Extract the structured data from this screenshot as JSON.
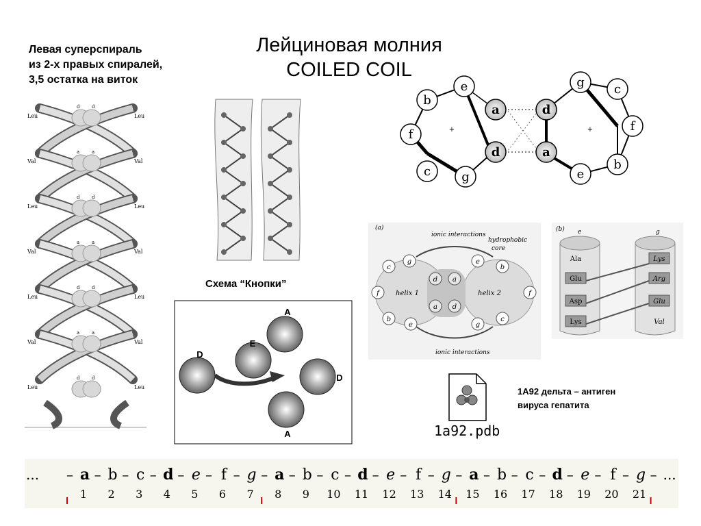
{
  "title": {
    "line1": "Лейциновая молния",
    "line2": "COILED COIL"
  },
  "left_caption": {
    "line1": "Левая суперспираль",
    "line2": "из 2-х правых спиралей,",
    "line3": "3,5 остатка на виток"
  },
  "helix_figure": {
    "labels_left": [
      "Leu",
      "Val",
      "Leu",
      "Val",
      "Leu",
      "Val",
      "Leu"
    ],
    "labels_right": [
      "Leu",
      "Val",
      "Leu",
      "Val",
      "Leu",
      "Val",
      "Leu"
    ],
    "center_labels": [
      "d",
      "a",
      "d",
      "a",
      "d",
      "a",
      "d"
    ]
  },
  "button_scheme": {
    "caption": "Схема “Кнопки”",
    "ball_labels": [
      "A",
      "E",
      "D",
      "D",
      "A"
    ]
  },
  "wheel_top": {
    "left_ring": [
      "b",
      "e",
      "f",
      "c",
      "g"
    ],
    "center": [
      "a",
      "d",
      "d",
      "a"
    ],
    "right_ring": [
      "g",
      "c",
      "f",
      "e",
      "b"
    ],
    "left_inner": [
      "a",
      "d"
    ],
    "right_inner": [
      "d",
      "a"
    ]
  },
  "panel_a": {
    "tag": "(a)",
    "top_label": "ionic interactions",
    "bottom_label": "ionic interactions",
    "core_label_1": "hydrophobic",
    "core_label_2": "core",
    "helix1": "helix 1",
    "helix2": "helix 2",
    "left_letters": [
      "c",
      "g",
      "f",
      "b",
      "e"
    ],
    "right_letters": [
      "e",
      "b",
      "f",
      "c",
      "g"
    ],
    "core_letters": [
      "d",
      "a",
      "a",
      "d"
    ]
  },
  "panel_b": {
    "tag": "(b)",
    "left_head": "e",
    "right_head": "g",
    "left_items": [
      "Ala",
      "Glu",
      "Asp",
      "Lys"
    ],
    "right_items": [
      "Lys",
      "Arg",
      "Glu",
      "Val"
    ]
  },
  "pdb": {
    "filename": "1a92.pdb"
  },
  "antigen": {
    "line1": "1А92 дельта – антиген",
    "line2": "вируса гепатита"
  },
  "heptad": {
    "letters": [
      "a",
      "b",
      "c",
      "d",
      "e",
      "f",
      "g",
      "a",
      "b",
      "c",
      "d",
      "e",
      "f",
      "g",
      "a",
      "b",
      "c",
      "d",
      "e",
      "f",
      "g"
    ],
    "numbers": [
      "1",
      "2",
      "3",
      "4",
      "5",
      "6",
      "7",
      "8",
      "9",
      "10",
      "11",
      "12",
      "13",
      "14",
      "15",
      "16",
      "17",
      "18",
      "19",
      "20",
      "21"
    ],
    "ellipsis_start": "...",
    "ellipsis_end": "..."
  },
  "colors": {
    "ink": "#000000",
    "ribbon_fill": "#d8d8d8",
    "tick_red": "#cc0000",
    "heptad_bg": "#f6f6ef"
  }
}
